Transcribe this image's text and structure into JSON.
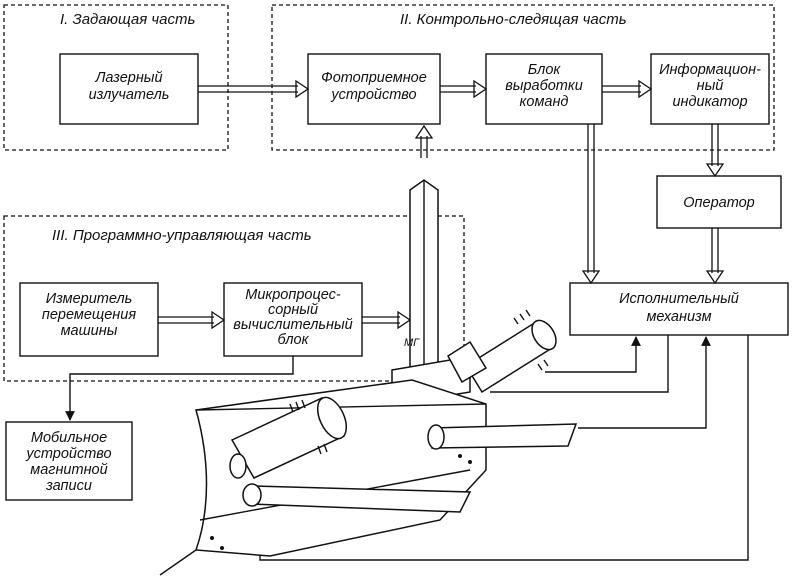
{
  "sections": {
    "s1": "I. Задающая часть",
    "s2": "II. Контрольно-следящая часть",
    "s3": "III. Программно-управляющая часть"
  },
  "boxes": {
    "laser": [
      "Лазерный",
      "излучатель"
    ],
    "photo": [
      "Фотоприемное",
      "устройство"
    ],
    "command": [
      "Блок",
      "выработки",
      "команд"
    ],
    "indicator": [
      "Информацион-",
      "ный",
      "индикатор"
    ],
    "operator": [
      "Оператор"
    ],
    "actuator": [
      "Исполнительный",
      "механизм"
    ],
    "meter": [
      "Измеритель",
      "перемещения",
      "машины"
    ],
    "micro": [
      "Микропроцес-",
      "сорный",
      "вычислительный",
      "блок"
    ],
    "mobile": [
      "Мобильное",
      "устройство",
      "магнитной",
      "записи"
    ]
  },
  "mast_label": "МГ"
}
